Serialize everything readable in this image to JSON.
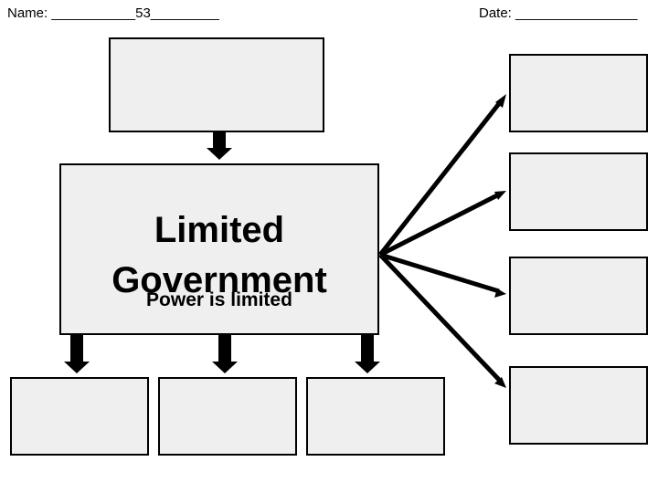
{
  "header": {
    "name_line": "Name: ___________53_________",
    "date_line": "Date: ________________"
  },
  "diagram": {
    "main_box": {
      "title_line1": "Limited",
      "title_line2": "Government",
      "subtitle": "Power is limited"
    },
    "fill_color": "#efefef",
    "stroke_color": "#000000"
  }
}
